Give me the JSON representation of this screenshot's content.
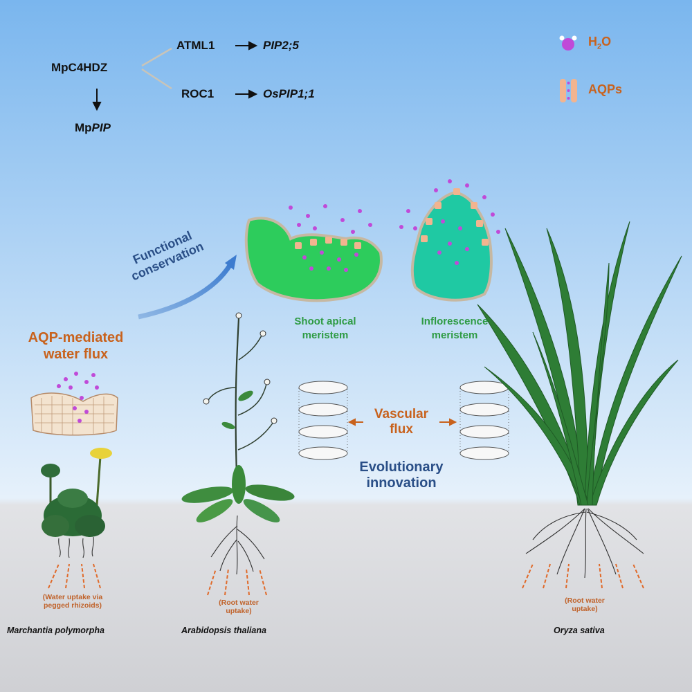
{
  "pathway": {
    "root": "MpC4HDZ",
    "atml1": "ATML1",
    "pip25": "PIP2;5",
    "roc1": "ROC1",
    "ospip": "OsPIP1;1",
    "mp_prefix": "Mp",
    "mp_suffix": "PIP"
  },
  "legend": {
    "water_h": "H",
    "water_sub": "2",
    "water_o": "O",
    "aqp": "AQPs"
  },
  "labels": {
    "functional_1": "Functional",
    "functional_2": "conservation",
    "aqp_flux_1": "AQP-mediated",
    "aqp_flux_2": "water flux",
    "sam_1": "Shoot apical",
    "sam_2": "meristem",
    "im_1": "Inflorescence",
    "im_2": "meristem",
    "vascular_1": "Vascular",
    "vascular_2": "flux",
    "evo_1": "Evolutionary",
    "evo_2": "innovation",
    "marchantia_uptake_1": "(Water uptake via",
    "marchantia_uptake_2": "pegged rhizoids)",
    "arabidopsis_uptake_1": "(Root water",
    "arabidopsis_uptake_2": "uptake)",
    "oryza_uptake_1": "(Root water",
    "oryza_uptake_2": "uptake)"
  },
  "species": {
    "marchantia": "Marchantia polymorpha",
    "arabidopsis": "Arabidopsis thaliana",
    "oryza": "Oryza sativa"
  },
  "colors": {
    "sky_top": "#7ab6ee",
    "sky_bottom": "#e6f1fb",
    "ground": "#dcdde0",
    "orange": "#c8621d",
    "meristem_green": "#2dcc5c",
    "inflorescence_teal": "#1fc9a3",
    "water": "#c04ad8",
    "aqp": "#f2b48f",
    "navy": "#2a4f87"
  }
}
